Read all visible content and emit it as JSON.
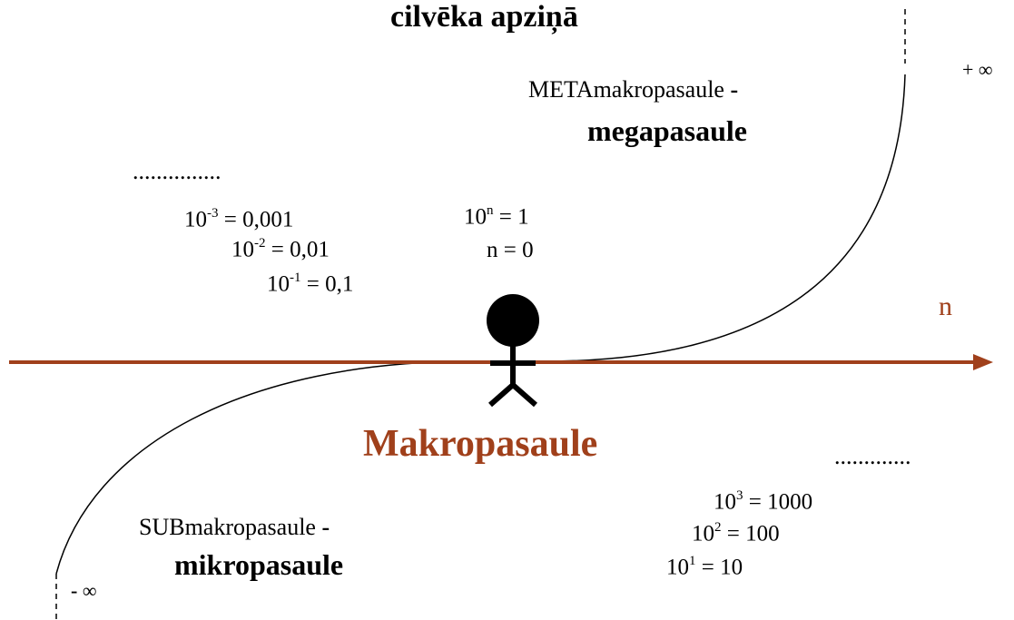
{
  "title": "cilvēka apziņā",
  "axis": {
    "label": "n",
    "color": "#a0401b"
  },
  "center": {
    "label": "Makropasaule",
    "color": "#a0401b"
  },
  "upper": {
    "prefix": "METAmakropasaule",
    "dash": "-",
    "name": "megapasaule",
    "infinity": "+ ∞"
  },
  "lower": {
    "prefix": "SUBmakropasaule",
    "dash": "-",
    "name": "mikropasaule",
    "infinity_dash": "-",
    "infinity": "∞"
  },
  "ellipsis_left": "...............",
  "ellipsis_right": ".............",
  "origin": {
    "base": "10",
    "exp": "n",
    "rest": " = 1",
    "n_eq": "n = 0"
  },
  "negative_powers": [
    {
      "base": "10",
      "exp": "-3",
      "rest": " = 0,001"
    },
    {
      "base": "10",
      "exp": "-2",
      "rest": " = 0,01"
    },
    {
      "base": "10",
      "exp": "-1",
      "rest": " = 0,1"
    }
  ],
  "positive_powers": [
    {
      "base": "10",
      "exp": "3",
      "rest": " = 1000"
    },
    {
      "base": "10",
      "exp": "2",
      "rest": " = 100"
    },
    {
      "base": "10",
      "exp": "1",
      "rest": " = 10"
    }
  ]
}
